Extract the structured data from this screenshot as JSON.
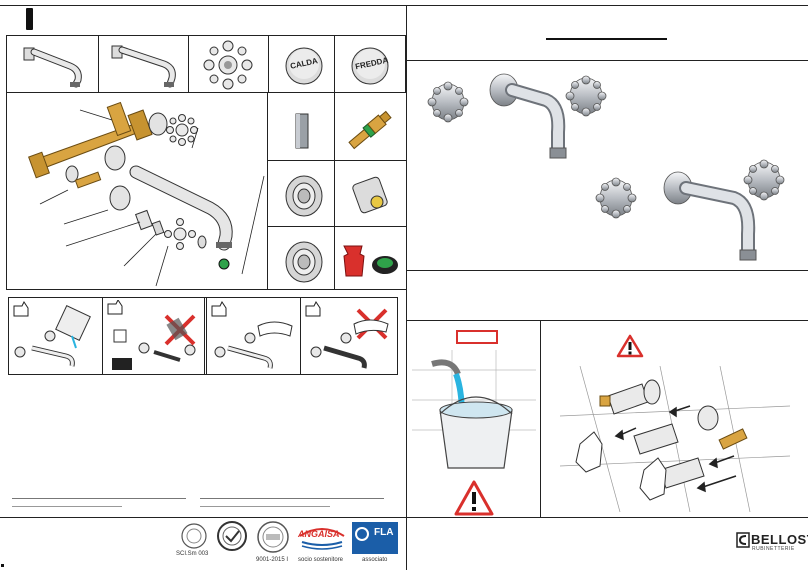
{
  "parts_labels": {
    "hot_cap": "CALDA",
    "cold_cap": "FREDDA"
  },
  "certifications": {
    "cert1_label": "SCI.Sm 003",
    "cert2_label": "9001-2015 I",
    "angaisa_label": "ANGAISA",
    "angaisa_caption": "socio sostenitore",
    "fla_label": "FLA",
    "fla_caption": "associato"
  },
  "brand": {
    "name": "BELLOSTA",
    "tagline": "RUBINETTERIE"
  },
  "colors": {
    "brass": "#d9a441",
    "chrome": "#c8ccd2",
    "red": "#d9302c",
    "green": "#2fa24a",
    "cyan": "#2ab4e0",
    "blue": "#1b5ea8"
  }
}
